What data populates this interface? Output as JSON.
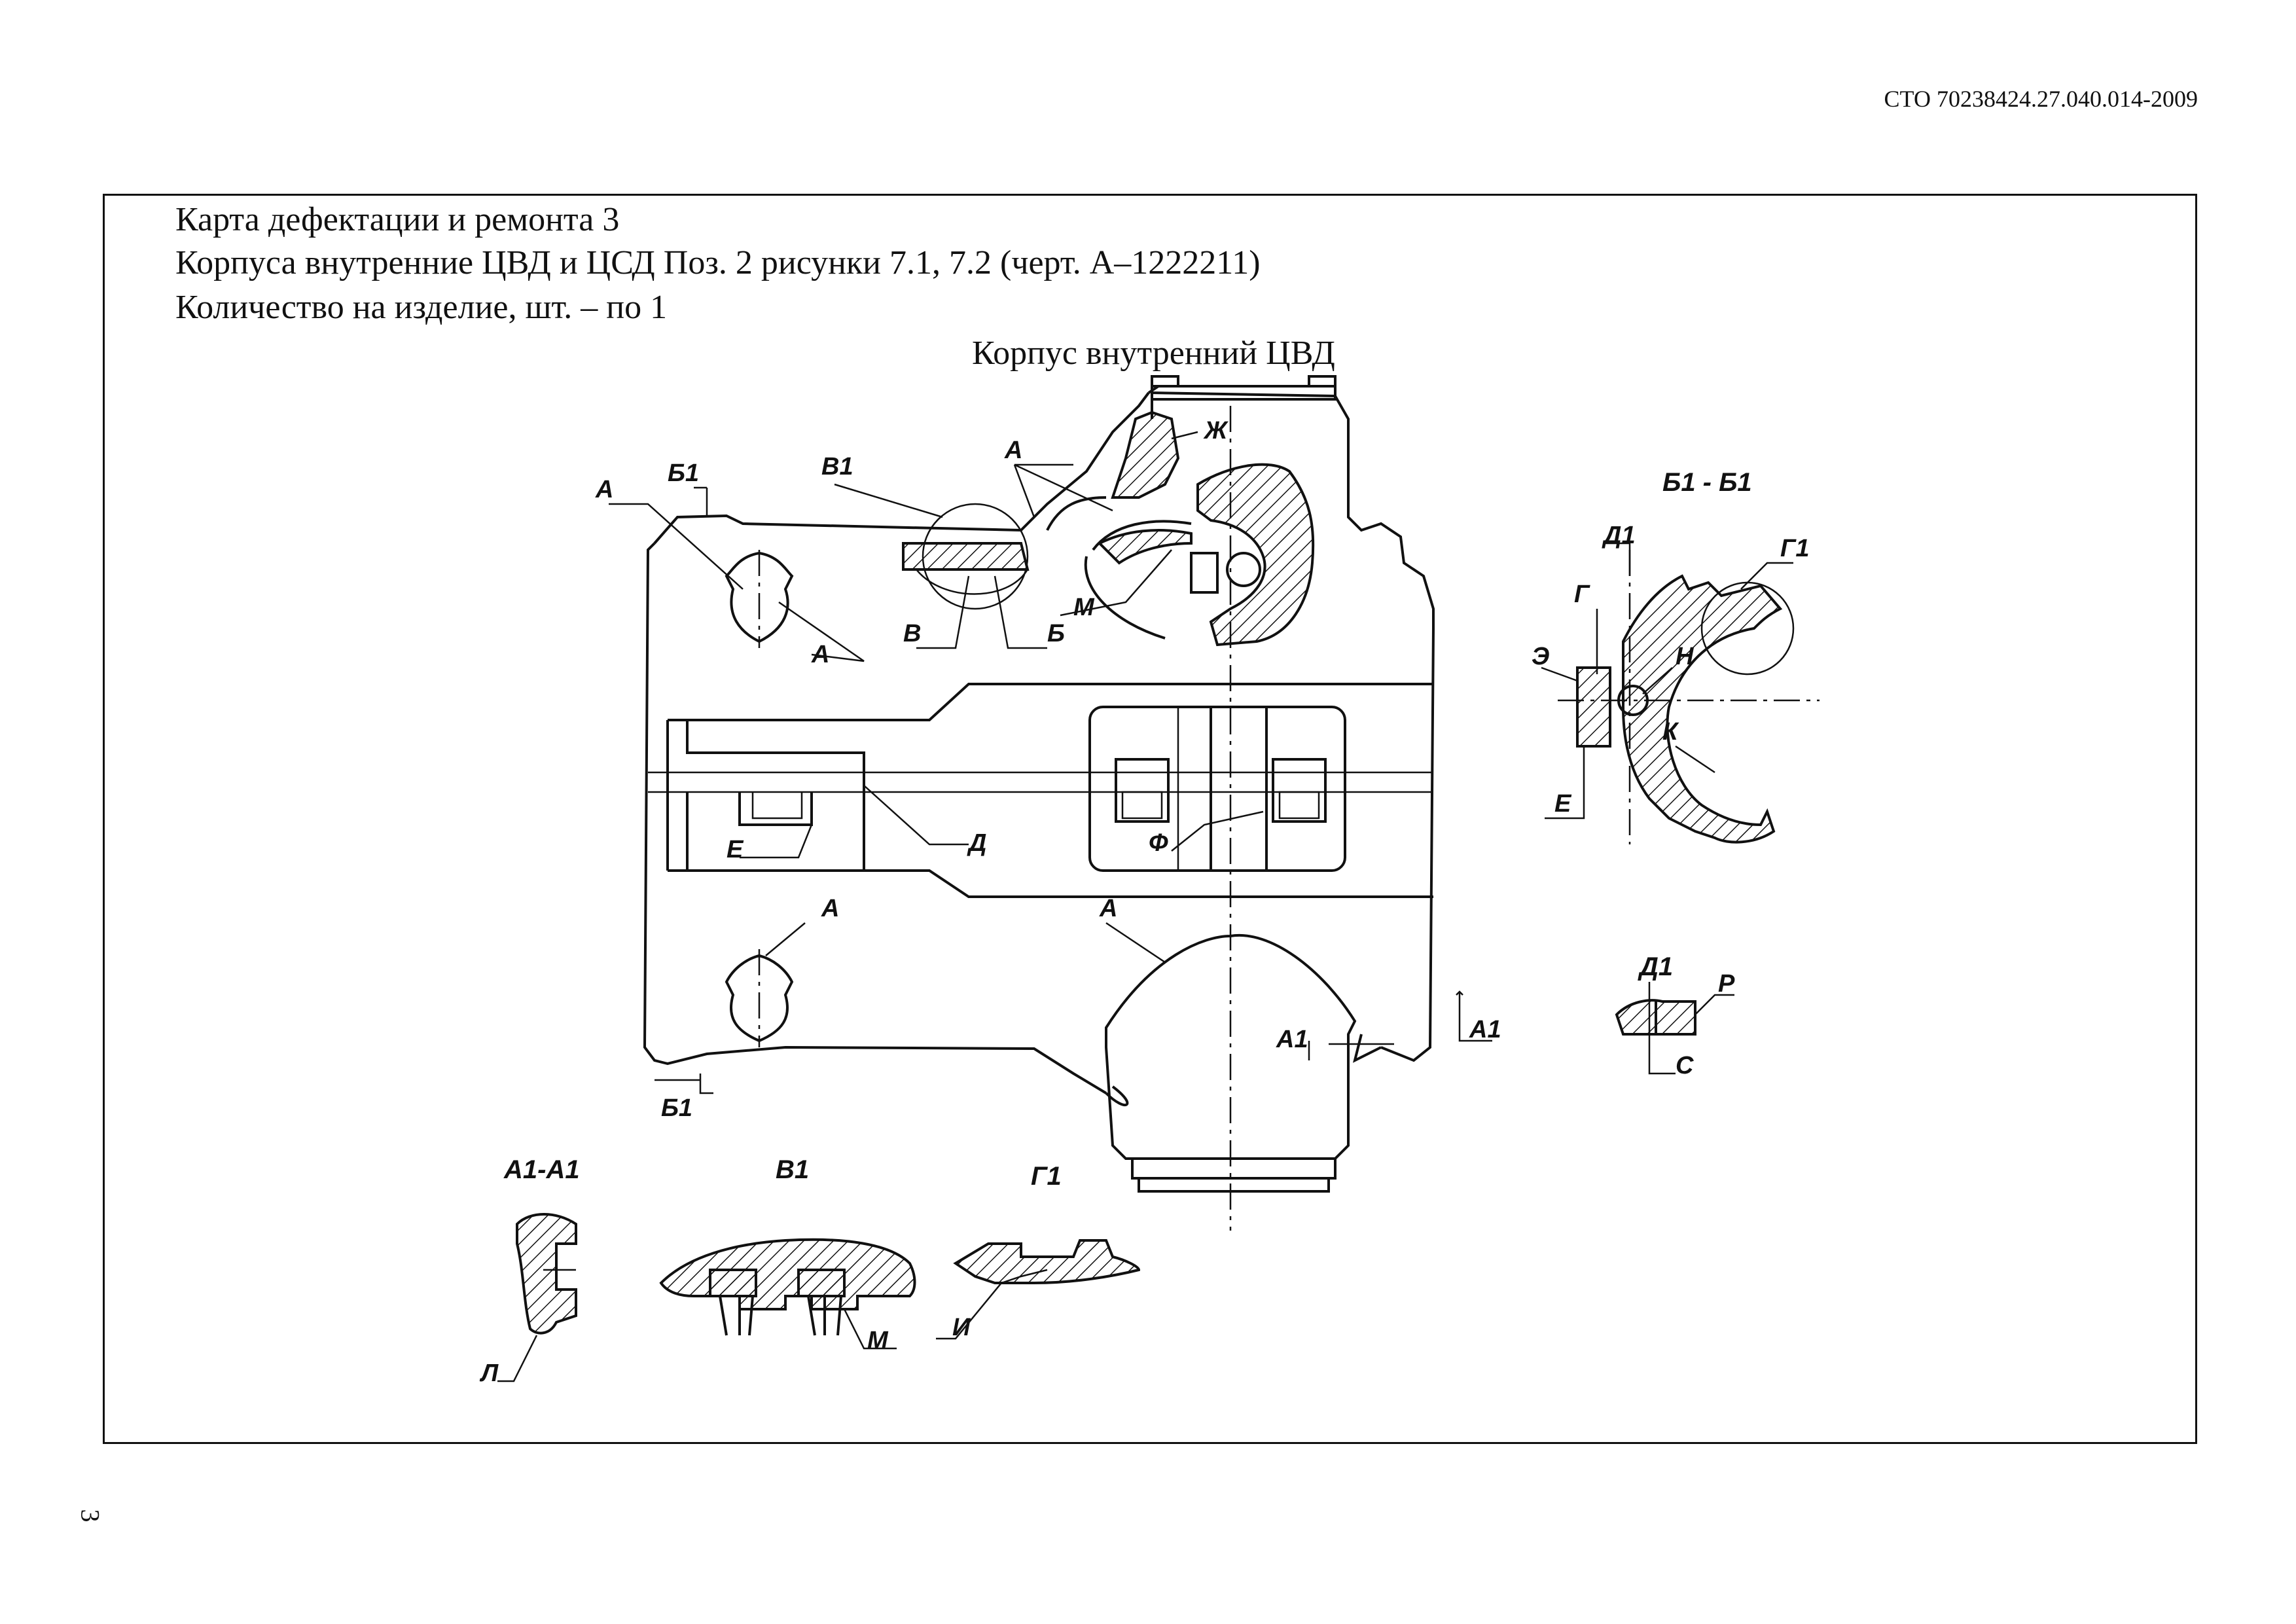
{
  "header": {
    "doc_code": "СТО 70238424.27.040.014-2009"
  },
  "card": {
    "line1": "Карта дефектации и ремонта 3",
    "line2": "Корпуса внутренние ЦВД и ЦСД Поз. 2 рисунки 7.1, 7.2 (черт. А–1222211)",
    "line3": "Количество на изделие, шт. – по 1",
    "drawing_title": "Корпус внутренний ЦВД"
  },
  "labels": {
    "A": "А",
    "B1": "Б1",
    "V1": "В1",
    "V": "В",
    "B": "Б",
    "M": "М",
    "Zh": "Ж",
    "E": "Е",
    "D": "Д",
    "F": "Ф",
    "A1": "А1",
    "D1": "Д1",
    "G": "Г",
    "G1": "Г1",
    "N": "Н",
    "Ee": "Э",
    "K": "К",
    "R": "Р",
    "S": "С",
    "L": "Л",
    "I": "И"
  },
  "views": {
    "b1_b1": "Б1 - Б1",
    "a1_a1": "А1-А1",
    "v1": "В1",
    "g1": "Г1",
    "d1": "Д1"
  },
  "footer": {
    "page_number": "3"
  }
}
